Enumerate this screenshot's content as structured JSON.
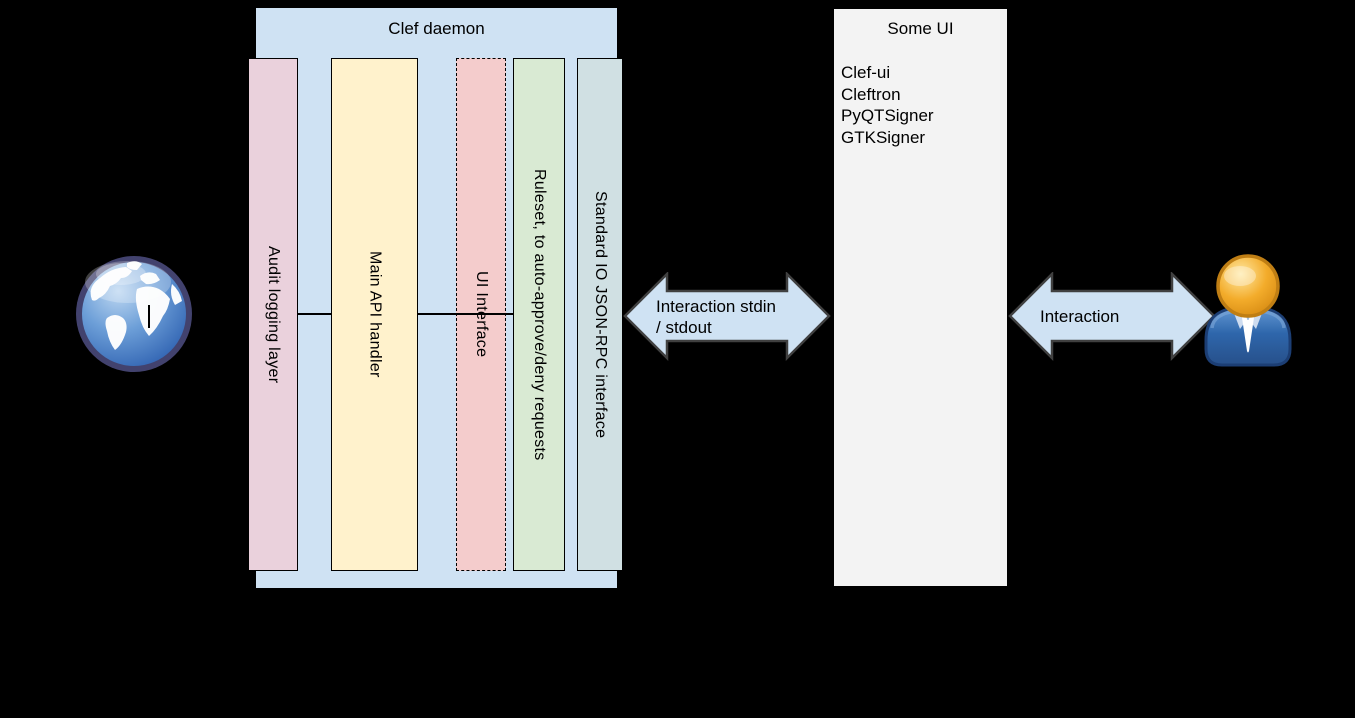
{
  "diagram": {
    "background": "#000000",
    "connector_color": "#000000"
  },
  "clef_daemon": {
    "title": "Clef daemon",
    "fill": "#cfe2f3",
    "bars": [
      {
        "label": "Audit logging layer",
        "fill": "#ead1dc"
      },
      {
        "label": "Main API handler",
        "fill": "#fff2cc"
      },
      {
        "label": "UI Interface",
        "fill": "#f4cccc"
      },
      {
        "label": "Ruleset, to auto-approve/deny requests",
        "fill": "#d9ead3"
      },
      {
        "label": "Standard IO JSON-RPC interface",
        "fill": "#d0e0e3"
      }
    ]
  },
  "some_ui": {
    "title": "Some UI",
    "fill": "#f3f3f3",
    "items": [
      "Clef-ui",
      "Cleftron",
      "PyQTSigner",
      "GTKSigner"
    ]
  },
  "arrows": {
    "fill": "#cfe2f3",
    "stroke": "#404040",
    "daemon_ui": {
      "label_line1": "Interaction stdin",
      "label_line2": "/ stdout"
    },
    "ui_user": {
      "label": "Interaction"
    }
  },
  "icons": {
    "globe": "globe-icon",
    "user": "user-icon"
  }
}
